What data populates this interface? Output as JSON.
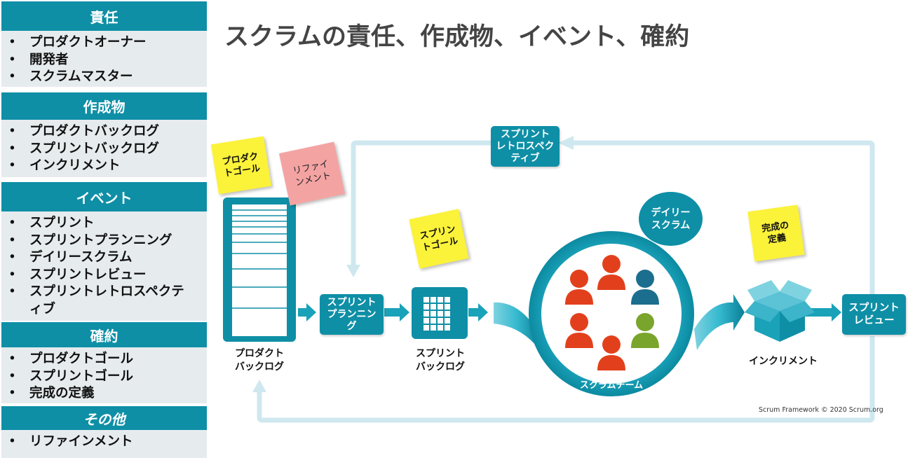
{
  "sidebar": {
    "sections": [
      {
        "heading": "責任",
        "items": [
          "プロダクトオーナー",
          "開発者",
          "スクラムマスター"
        ]
      },
      {
        "heading": "作成物",
        "items": [
          "プロダクトバックログ",
          "スプリントバックログ",
          "インクリメント"
        ]
      },
      {
        "heading": "イベント",
        "items": [
          "スプリント",
          "スプリントプランニング",
          "デイリースクラム",
          "スプリントレビュー",
          "スプリントレトロスペクティブ"
        ]
      },
      {
        "heading": "確約",
        "items": [
          "プロダクトゴール",
          "スプリントゴール",
          "完成の定義"
        ]
      },
      {
        "heading": "その他",
        "items": [
          "リファインメント"
        ]
      }
    ]
  },
  "title": "スクラムの責任、作成物、イベント、確約",
  "diagram": {
    "product_goal_note": "プロダク\nトゴール",
    "refinement_note": "リファイ\nンメント",
    "sprint_goal_note": "スプリン\nトゴール",
    "definition_of_done_note": "完成の\n定義",
    "product_backlog_label": "プロダクト\nバックログ",
    "sprint_planning": "スプリント\nプランニン\nグ",
    "sprint_backlog_label": "スプリント\nバックログ",
    "daily_scrum": "デイリー\nスクラム",
    "scrum_team": "スクラムチーム",
    "increment_label": "インクリメント",
    "sprint_review": "スプリント\nレビュー",
    "sprint_retrospective": "スプリント\nレトロスペク\nティブ",
    "credit": "Scrum Framework © 2020 Scrum.org"
  },
  "colors": {
    "teal": "#0e8fa6",
    "sticky_yellow": "#fbf23a",
    "sticky_pink": "#f4a3a3",
    "person_red": "#e2401c",
    "person_blue": "#1c6e8e",
    "person_green": "#7aa52c"
  }
}
